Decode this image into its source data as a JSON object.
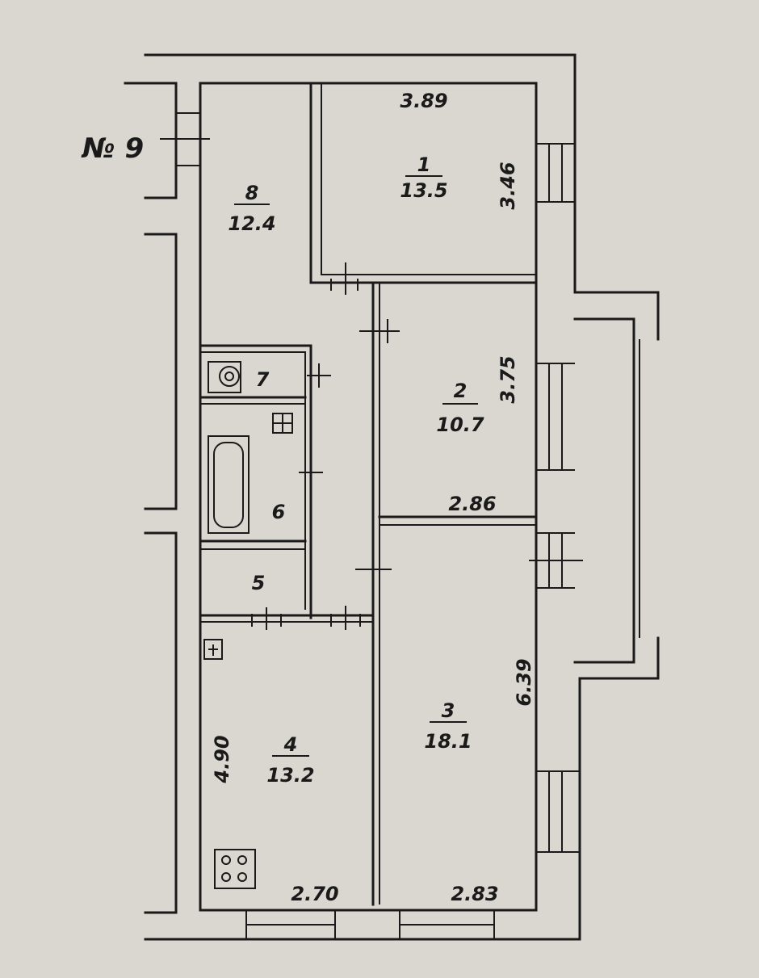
{
  "plan": {
    "apartment_label": "№ 9",
    "rooms": [
      {
        "number": "1",
        "area": "13.5"
      },
      {
        "number": "2",
        "area": "10.7"
      },
      {
        "number": "3",
        "area": "18.1"
      },
      {
        "number": "4",
        "area": "13.2"
      },
      {
        "number": "5"
      },
      {
        "number": "6"
      },
      {
        "number": "7"
      },
      {
        "number": "8",
        "area": "12.4"
      }
    ],
    "dimensions": {
      "room1_width": "3.89",
      "room1_depth": "3.46",
      "room2_depth": "3.75",
      "room2_width": "2.86",
      "room3_depth": "6.39",
      "room3_width": "2.83",
      "room4_depth": "4.90",
      "room4_width": "2.70"
    },
    "colors": {
      "paper": "#d9d7d0",
      "ink": "#1a1a1a"
    }
  }
}
